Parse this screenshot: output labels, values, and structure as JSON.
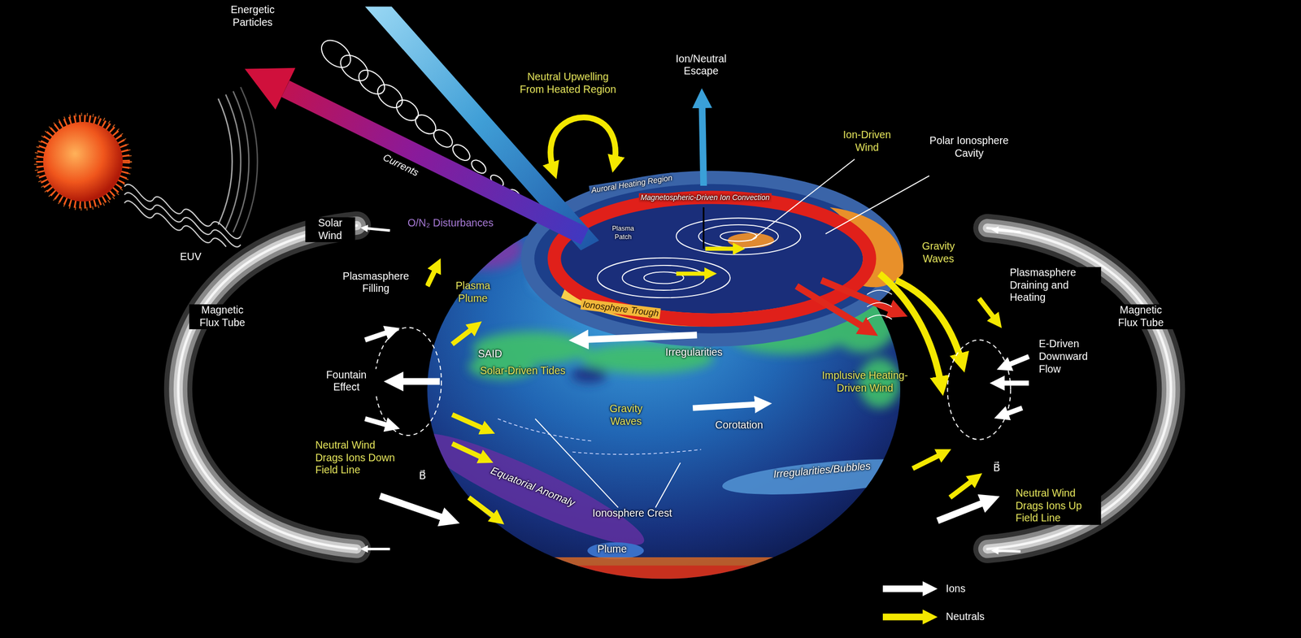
{
  "diagram": {
    "labels": [
      "Energetic Particles",
      "Currents",
      "Solar Wind",
      "EUV",
      "Neutral Upwelling From Heated Region",
      "Ion/Neutral Escape",
      "Ion-Driven Wind",
      "Polar Ionosphere Cavity",
      "Auroral Heating Region",
      "Magnetospheric-Driven Ion Convection",
      "Plasma Patch",
      "O/N₂ Disturbances",
      "Plasmasphere Filling",
      "Magnetic Flux Tube",
      "Plasma Plume",
      "Gravity Waves",
      "Plasmasphere Draining and Heating",
      "Magnetic Flux Tube",
      "Ionosphere Trough",
      "SAID",
      "Irregularities",
      "Fountain Effect",
      "Solar-Driven Tides",
      "Implusive Heating-Driven Wind",
      "E-Driven Downward Flow",
      "Gravity Waves",
      "Corotation",
      "Neutral Wind Drags Ions Down Field Line",
      "B⃗",
      "Equatorial Anomaly",
      "Irregularities/Bubbles",
      "Ionosphere Crest",
      "B⃗",
      "Neutral Wind Drags Ions Up Field Line",
      "Plume"
    ],
    "legend": [
      {
        "text": "Ions"
      },
      {
        "text": "Neutrals"
      }
    ]
  }
}
